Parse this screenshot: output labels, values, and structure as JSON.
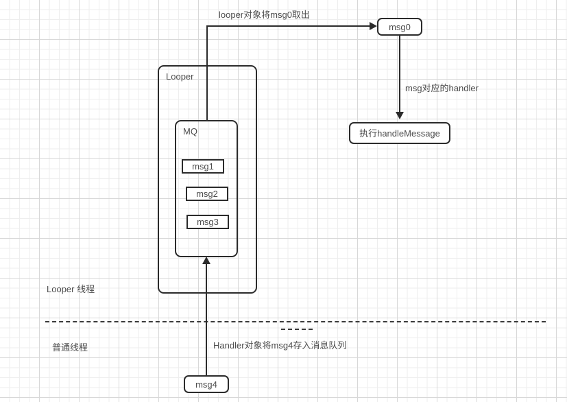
{
  "diagram": {
    "title_text_color": "#4d4d4d",
    "stroke_color": "#2b2b2b",
    "containers": {
      "looper": {
        "title": "Looper"
      },
      "mq": {
        "title": "MQ"
      }
    },
    "nodes": {
      "msg0": {
        "label": "msg0"
      },
      "msg1": {
        "label": "msg1"
      },
      "msg2": {
        "label": "msg2"
      },
      "msg3": {
        "label": "msg3"
      },
      "msg4": {
        "label": "msg4"
      },
      "handle_message": {
        "label": "执行handleMessage"
      }
    },
    "edge_labels": {
      "take_msg0": "looper对象将msg0取出",
      "msg_handler": "msg对应的handler",
      "enqueue_msg4": "Handler对象将msg4存入消息队列"
    },
    "lane_labels": {
      "looper_thread": "Looper 线程",
      "normal_thread": "普通线程"
    }
  }
}
